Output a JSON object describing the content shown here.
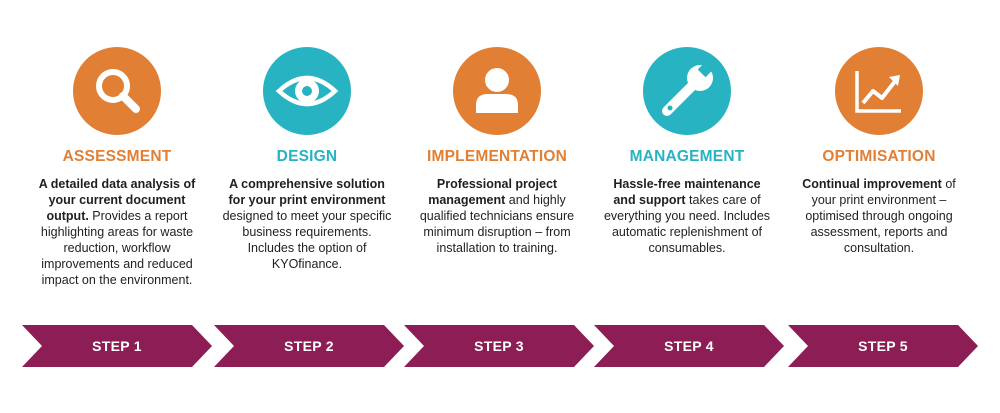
{
  "colors": {
    "orange": "#e17f34",
    "teal": "#27b3c2",
    "arrow": "#8c1d55",
    "desc_text": "#1f1f1f"
  },
  "steps": [
    {
      "title": "ASSESSMENT",
      "icon": "magnifier-icon",
      "color": "#e17f34",
      "desc_bold": "A detailed data analysis of your current document output.",
      "desc_rest": " Provides a report highlighting areas for waste reduction, workflow improvements and reduced impact on the environment.",
      "step_label": "STEP 1"
    },
    {
      "title": "DESIGN",
      "icon": "eye-icon",
      "color": "#27b3c2",
      "desc_bold": "A comprehensive solution for your print environment",
      "desc_rest": " designed to meet your specific business requirements. Includes the option of KYOfinance.",
      "step_label": "STEP 2"
    },
    {
      "title": "IMPLEMENTATION",
      "icon": "person-icon",
      "color": "#e17f34",
      "desc_bold": "Professional project management",
      "desc_rest": " and highly qualified technicians ensure minimum disruption – from installation to training.",
      "step_label": "STEP 3"
    },
    {
      "title": "MANAGEMENT",
      "icon": "wrench-icon",
      "color": "#27b3c2",
      "desc_bold": "Hassle-free maintenance and support",
      "desc_rest": " takes care of everything you need. Includes automatic replenishment of consumables.",
      "step_label": "STEP 4"
    },
    {
      "title": "OPTIMISATION",
      "icon": "growth-chart-icon",
      "color": "#e17f34",
      "desc_bold": "Continual improvement",
      "desc_rest": " of your print environment – optimised through ongoing assessment, reports and consultation.",
      "step_label": "STEP 5"
    }
  ]
}
